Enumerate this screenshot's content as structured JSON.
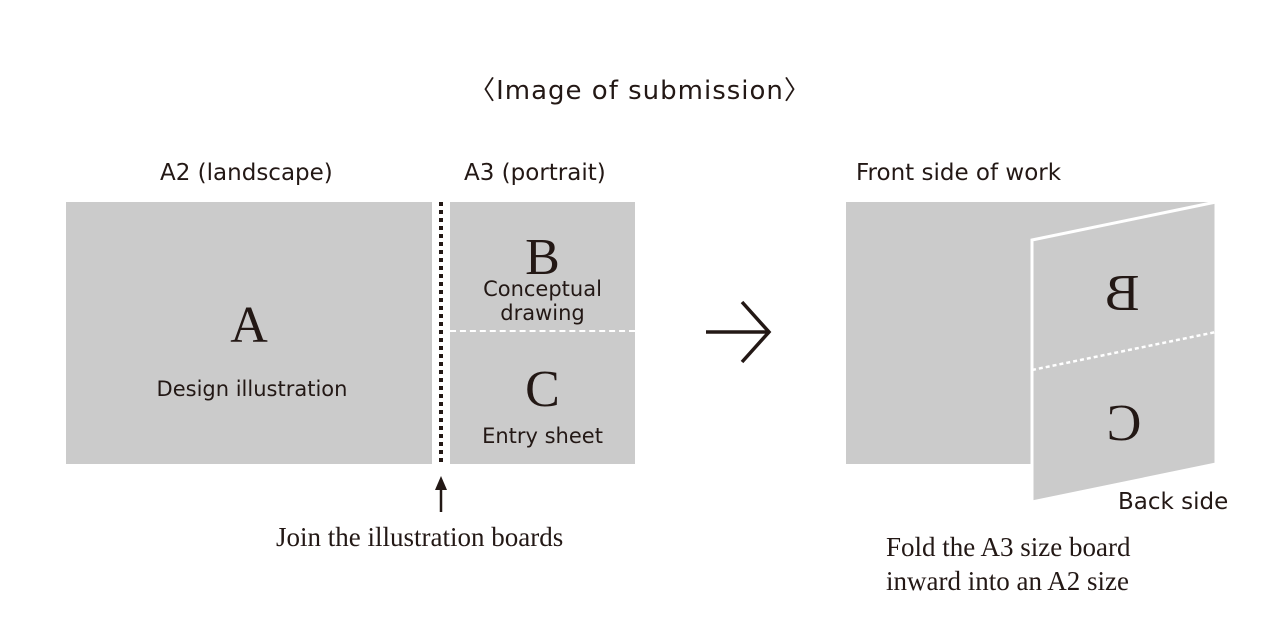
{
  "title": "〈Image of submission〉",
  "left": {
    "a2_label": "A2 (landscape)",
    "a3_label": "A3 (portrait)",
    "panel_a": {
      "letter": "A",
      "caption": "Design illustration"
    },
    "panel_b": {
      "letter": "B",
      "caption_line1": "Conceptual",
      "caption_line2": "drawing"
    },
    "panel_c": {
      "letter": "C",
      "caption": "Entry sheet"
    },
    "join_note": "Join the illustration boards"
  },
  "right": {
    "front_label": "Front side of work",
    "back_label": "Back side",
    "letter_b": "B",
    "letter_c": "C",
    "fold_note_line1": "Fold the A3 size board",
    "fold_note_line2": "inward into an A2 size"
  },
  "colors": {
    "panel": "#cbcbcb",
    "text": "#231815",
    "divider": "#ffffff"
  },
  "icons": {
    "transition": "arrow-right-icon",
    "pointer": "arrow-up-icon"
  }
}
